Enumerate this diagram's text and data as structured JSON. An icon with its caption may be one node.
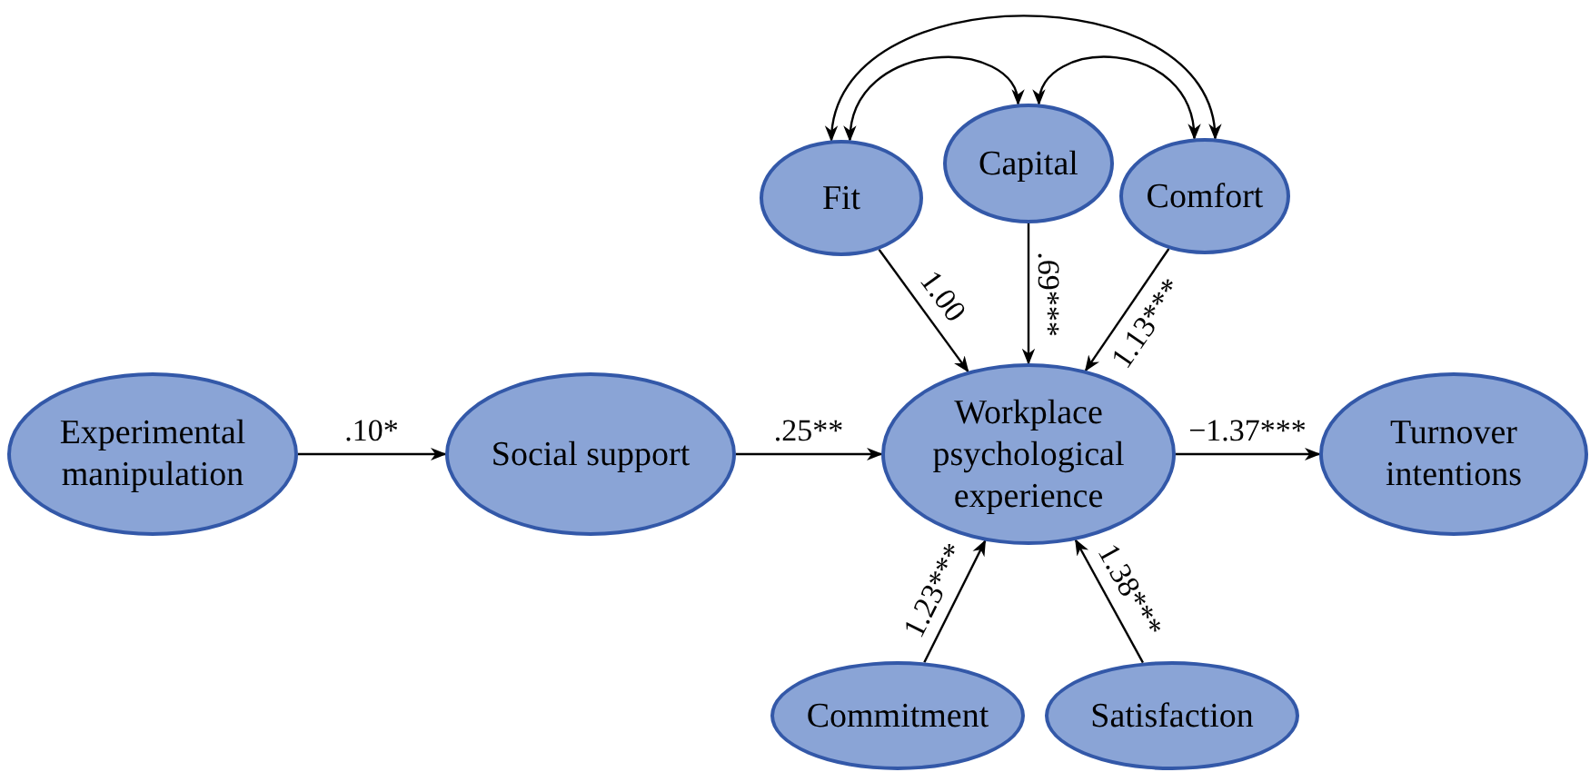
{
  "diagram": {
    "nodes": [
      {
        "text": [
          "Fit"
        ]
      },
      {
        "text": [
          "Capital"
        ]
      },
      {
        "text": [
          "Comfort"
        ]
      },
      {
        "text": [
          "Experimental manipulation"
        ]
      },
      {
        "text": [
          "Social support"
        ]
      },
      {
        "text": [
          "Workplace psychological experience"
        ]
      },
      {
        "text": [
          "Turnover intentions"
        ]
      },
      {
        "text": [
          "Commitment"
        ]
      },
      {
        "text": [
          "Satisfaction"
        ]
      }
    ],
    "edges": [
      {
        "from": 0,
        "to": 1,
        "arrow": "both"
      },
      {
        "from": 0,
        "to": 2,
        "arrow": "both"
      },
      {
        "from": 1,
        "to": 2,
        "arrow": "both"
      },
      {
        "from": 3,
        "to": 4,
        "arrow": "to",
        "label": ".10*"
      },
      {
        "from": 4,
        "to": 5,
        "arrow": "to",
        "label": ".25**"
      },
      {
        "from": 5,
        "to": 6,
        "arrow": "to",
        "label": "−1.37***"
      },
      {
        "from": 0,
        "to": 5,
        "arrow": "to",
        "label": "1.00"
      },
      {
        "from": 1,
        "to": 5,
        "arrow": "to",
        "label": ".69***"
      },
      {
        "from": 2,
        "to": 5,
        "arrow": "to",
        "label": "1.13***"
      },
      {
        "from": 7,
        "to": 5,
        "arrow": "to",
        "label": "1.23***"
      },
      {
        "from": 8,
        "to": 5,
        "arrow": "to",
        "label": "1.38***"
      }
    ]
  }
}
